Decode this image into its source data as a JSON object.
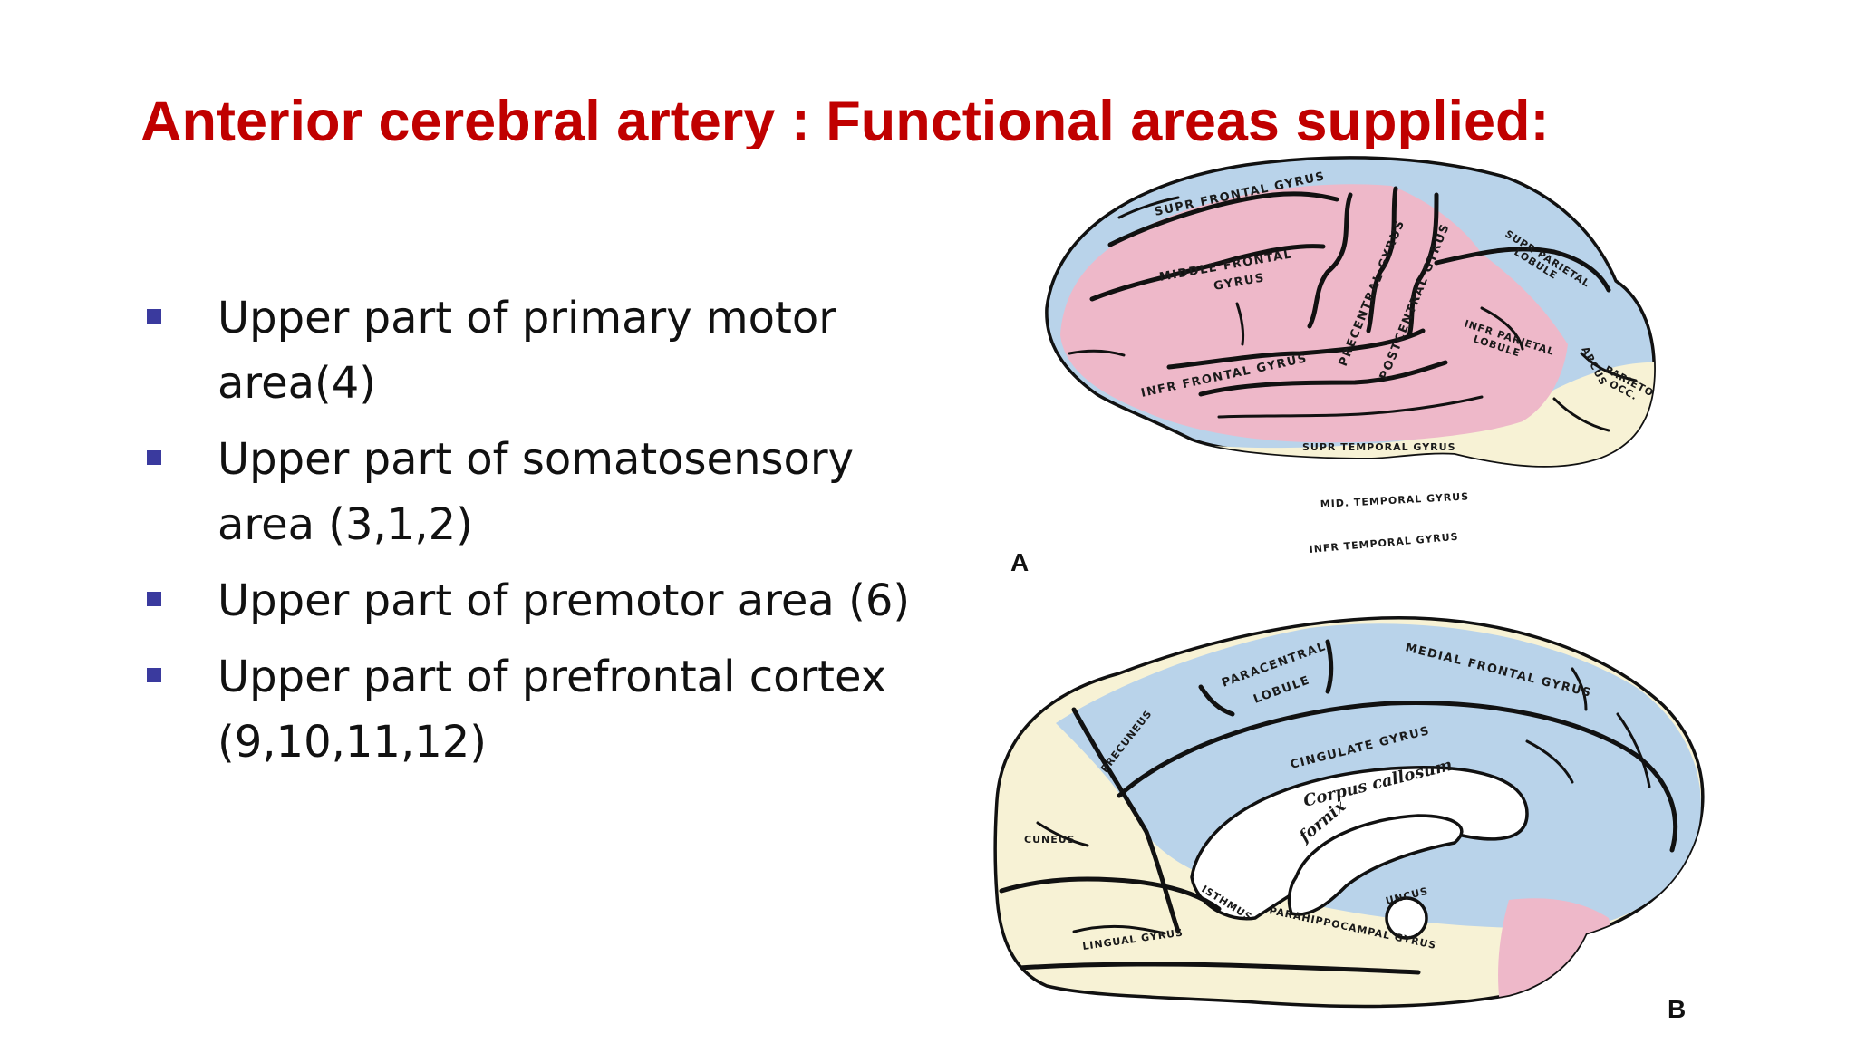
{
  "slide": {
    "title": "Anterior cerebral artery : Functional areas supplied:",
    "bullets": [
      "Upper part of primary motor area(4)",
      "Upper part of somatosensory area (3,1,2)",
      "Upper part of premotor area (6)",
      "Upper part of prefrontal cortex (9,10,11,12)"
    ]
  },
  "colors": {
    "title": "#c00000",
    "bullet_marker": "#3a3a9e",
    "aca_territory": "#b9d3ea",
    "mca_territory": "#eeb8c9",
    "pca_territory": "#f7f2d5"
  },
  "figure_a": {
    "panel_label": "A",
    "labels": {
      "sup_frontal": "SUPR FRONTAL GYRUS",
      "middle_frontal_1": "MIDDLE FRONTAL",
      "middle_frontal_2": "GYRUS",
      "inf_frontal": "INFR FRONTAL GYRUS",
      "precentral": "PRECENTRAL GYRUS",
      "postcentral": "POSTCENTRAL GYRUS",
      "sup_parietal_1": "SUPR PARIETAL",
      "sup_parietal_2": "LOBULE",
      "inf_parietal_1": "INFR PARIETAL",
      "inf_parietal_2": "LOBULE",
      "arcus": "ARCUS",
      "parieto_occ_1": "PARIETO",
      "parieto_occ_2": "OCC.",
      "sup_temporal": "SUPR TEMPORAL GYRUS",
      "mid_temporal": "MID. TEMPORAL GYRUS",
      "inf_temporal": "INFR TEMPORAL GYRUS"
    }
  },
  "figure_b": {
    "panel_label": "B",
    "labels": {
      "paracentral_1": "PARACENTRAL",
      "paracentral_2": "LOBULE",
      "medial_frontal": "MEDIAL FRONTAL GYRUS",
      "precuneus": "PRECUNEUS",
      "cingulate": "CINGULATE GYRUS",
      "corpus_callosum": "Corpus callosum",
      "fornix": "fornix",
      "cuneus": "CUNEUS",
      "isthmus": "ISTHMUS",
      "uncus": "UNCUS",
      "parahippocampal": "PARAHIPPOCAMPAL GYRUS",
      "lingual": "LINGUAL GYRUS"
    }
  }
}
